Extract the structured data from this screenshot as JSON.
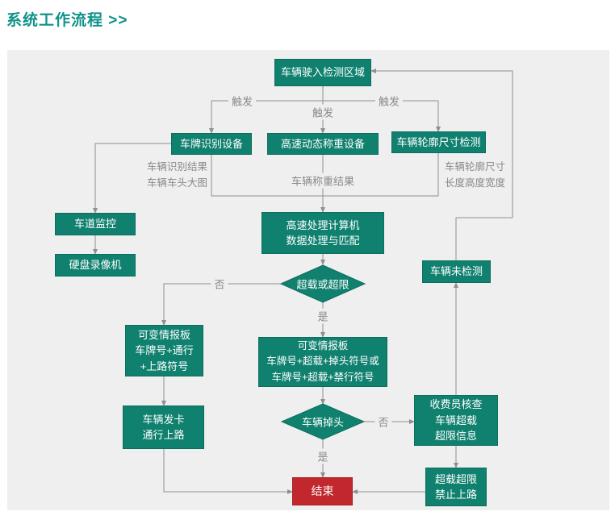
{
  "page": {
    "title": "系统工作流程 >>"
  },
  "colors": {
    "title": "#10928B",
    "node_fill": "#10806F",
    "end_fill": "#C1272D",
    "panel_bg": "#EFEFEF",
    "line": "#8f8f8f",
    "edge_label": "#8a8a8a"
  },
  "nodes": {
    "start": {
      "label": "车辆驶入检测区域"
    },
    "plate": {
      "label": "车牌识别设备"
    },
    "weigh": {
      "label": "高速动态称重设备"
    },
    "contour": {
      "label": "车辆轮廓尺寸检测"
    },
    "lane_monitor": {
      "label": "车道监控"
    },
    "dvr": {
      "label": "硬盘录像机"
    },
    "computer": {
      "label": "高速处理计算机\n数据处理与匹配"
    },
    "overload_decision": {
      "label": "超载或超限"
    },
    "vms_pass": {
      "label": "可变情报板\n车牌号+通行\n+上路符号"
    },
    "vms_overload": {
      "label": "可变情报板\n车牌号+超载+掉头符号或\n车牌号+超载+禁行符号"
    },
    "card_issue": {
      "label": "车辆发卡\n通行上路"
    },
    "uturn_decision": {
      "label": "车辆掉头"
    },
    "toll_check": {
      "label": "收费员核查\n车辆超载\n超限信息"
    },
    "not_detected": {
      "label": "车辆未检测"
    },
    "prohibit": {
      "label": "超载超限\n禁止上路"
    },
    "end": {
      "label": "结束"
    }
  },
  "edge_labels": {
    "trigger_left": "触发",
    "trigger_center": "触发",
    "trigger_right": "触发",
    "plate_result": "车辆识别结果\n车辆车头大图",
    "weigh_result": "车辆称重结果",
    "contour_result": "车辆轮廓尺寸\n长度高度宽度",
    "decision1_no": "否",
    "decision1_yes": "是",
    "decision2_no": "否",
    "decision2_yes": "是"
  }
}
